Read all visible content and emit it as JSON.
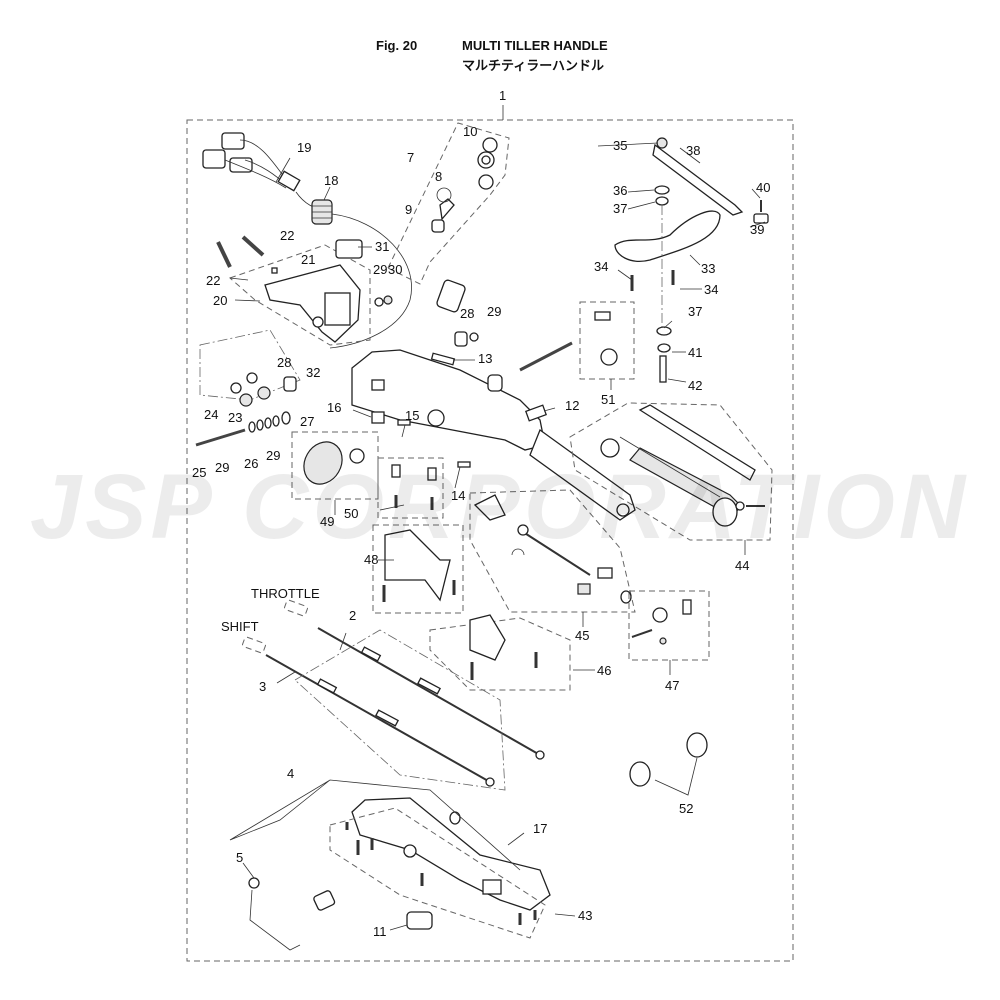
{
  "header": {
    "figure_number": "Fig. 20",
    "title_en": "MULTI TILLER HANDLE",
    "title_jp": "マルチティラーハンドル"
  },
  "watermark": "JSP CORPORATION",
  "captions": {
    "throttle": "THROTTLE",
    "shift": "SHIFT"
  },
  "callouts": [
    {
      "id": "c1",
      "label": "1"
    },
    {
      "id": "c2",
      "label": "2"
    },
    {
      "id": "c3",
      "label": "3"
    },
    {
      "id": "c4",
      "label": "4"
    },
    {
      "id": "c5",
      "label": "5"
    },
    {
      "id": "c7",
      "label": "7"
    },
    {
      "id": "c8",
      "label": "8"
    },
    {
      "id": "c9",
      "label": "9"
    },
    {
      "id": "c10",
      "label": "10"
    },
    {
      "id": "c11",
      "label": "11"
    },
    {
      "id": "c12",
      "label": "12"
    },
    {
      "id": "c13",
      "label": "13"
    },
    {
      "id": "c14",
      "label": "14"
    },
    {
      "id": "c15",
      "label": "15"
    },
    {
      "id": "c16",
      "label": "16"
    },
    {
      "id": "c17",
      "label": "17"
    },
    {
      "id": "c18",
      "label": "18"
    },
    {
      "id": "c19",
      "label": "19"
    },
    {
      "id": "c20",
      "label": "20"
    },
    {
      "id": "c21",
      "label": "21"
    },
    {
      "id": "c22a",
      "label": "22"
    },
    {
      "id": "c22b",
      "label": "22"
    },
    {
      "id": "c23",
      "label": "23"
    },
    {
      "id": "c24",
      "label": "24"
    },
    {
      "id": "c25",
      "label": "25"
    },
    {
      "id": "c26",
      "label": "26"
    },
    {
      "id": "c27",
      "label": "27"
    },
    {
      "id": "c28a",
      "label": "28"
    },
    {
      "id": "c28b",
      "label": "28"
    },
    {
      "id": "c29a",
      "label": "29"
    },
    {
      "id": "c29b",
      "label": "29"
    },
    {
      "id": "c29c",
      "label": "29"
    },
    {
      "id": "c29d",
      "label": "29"
    },
    {
      "id": "c30",
      "label": "30"
    },
    {
      "id": "c31",
      "label": "31"
    },
    {
      "id": "c32",
      "label": "32"
    },
    {
      "id": "c33",
      "label": "33"
    },
    {
      "id": "c34a",
      "label": "34"
    },
    {
      "id": "c34b",
      "label": "34"
    },
    {
      "id": "c35",
      "label": "35"
    },
    {
      "id": "c36",
      "label": "36"
    },
    {
      "id": "c37a",
      "label": "37"
    },
    {
      "id": "c37b",
      "label": "37"
    },
    {
      "id": "c38",
      "label": "38"
    },
    {
      "id": "c39",
      "label": "39"
    },
    {
      "id": "c40",
      "label": "40"
    },
    {
      "id": "c41",
      "label": "41"
    },
    {
      "id": "c42",
      "label": "42"
    },
    {
      "id": "c43",
      "label": "43"
    },
    {
      "id": "c44",
      "label": "44"
    },
    {
      "id": "c45",
      "label": "45"
    },
    {
      "id": "c46",
      "label": "46"
    },
    {
      "id": "c47",
      "label": "47"
    },
    {
      "id": "c48",
      "label": "48"
    },
    {
      "id": "c49",
      "label": "49"
    },
    {
      "id": "c50",
      "label": "50"
    },
    {
      "id": "c51",
      "label": "51"
    },
    {
      "id": "c52",
      "label": "52"
    }
  ]
}
